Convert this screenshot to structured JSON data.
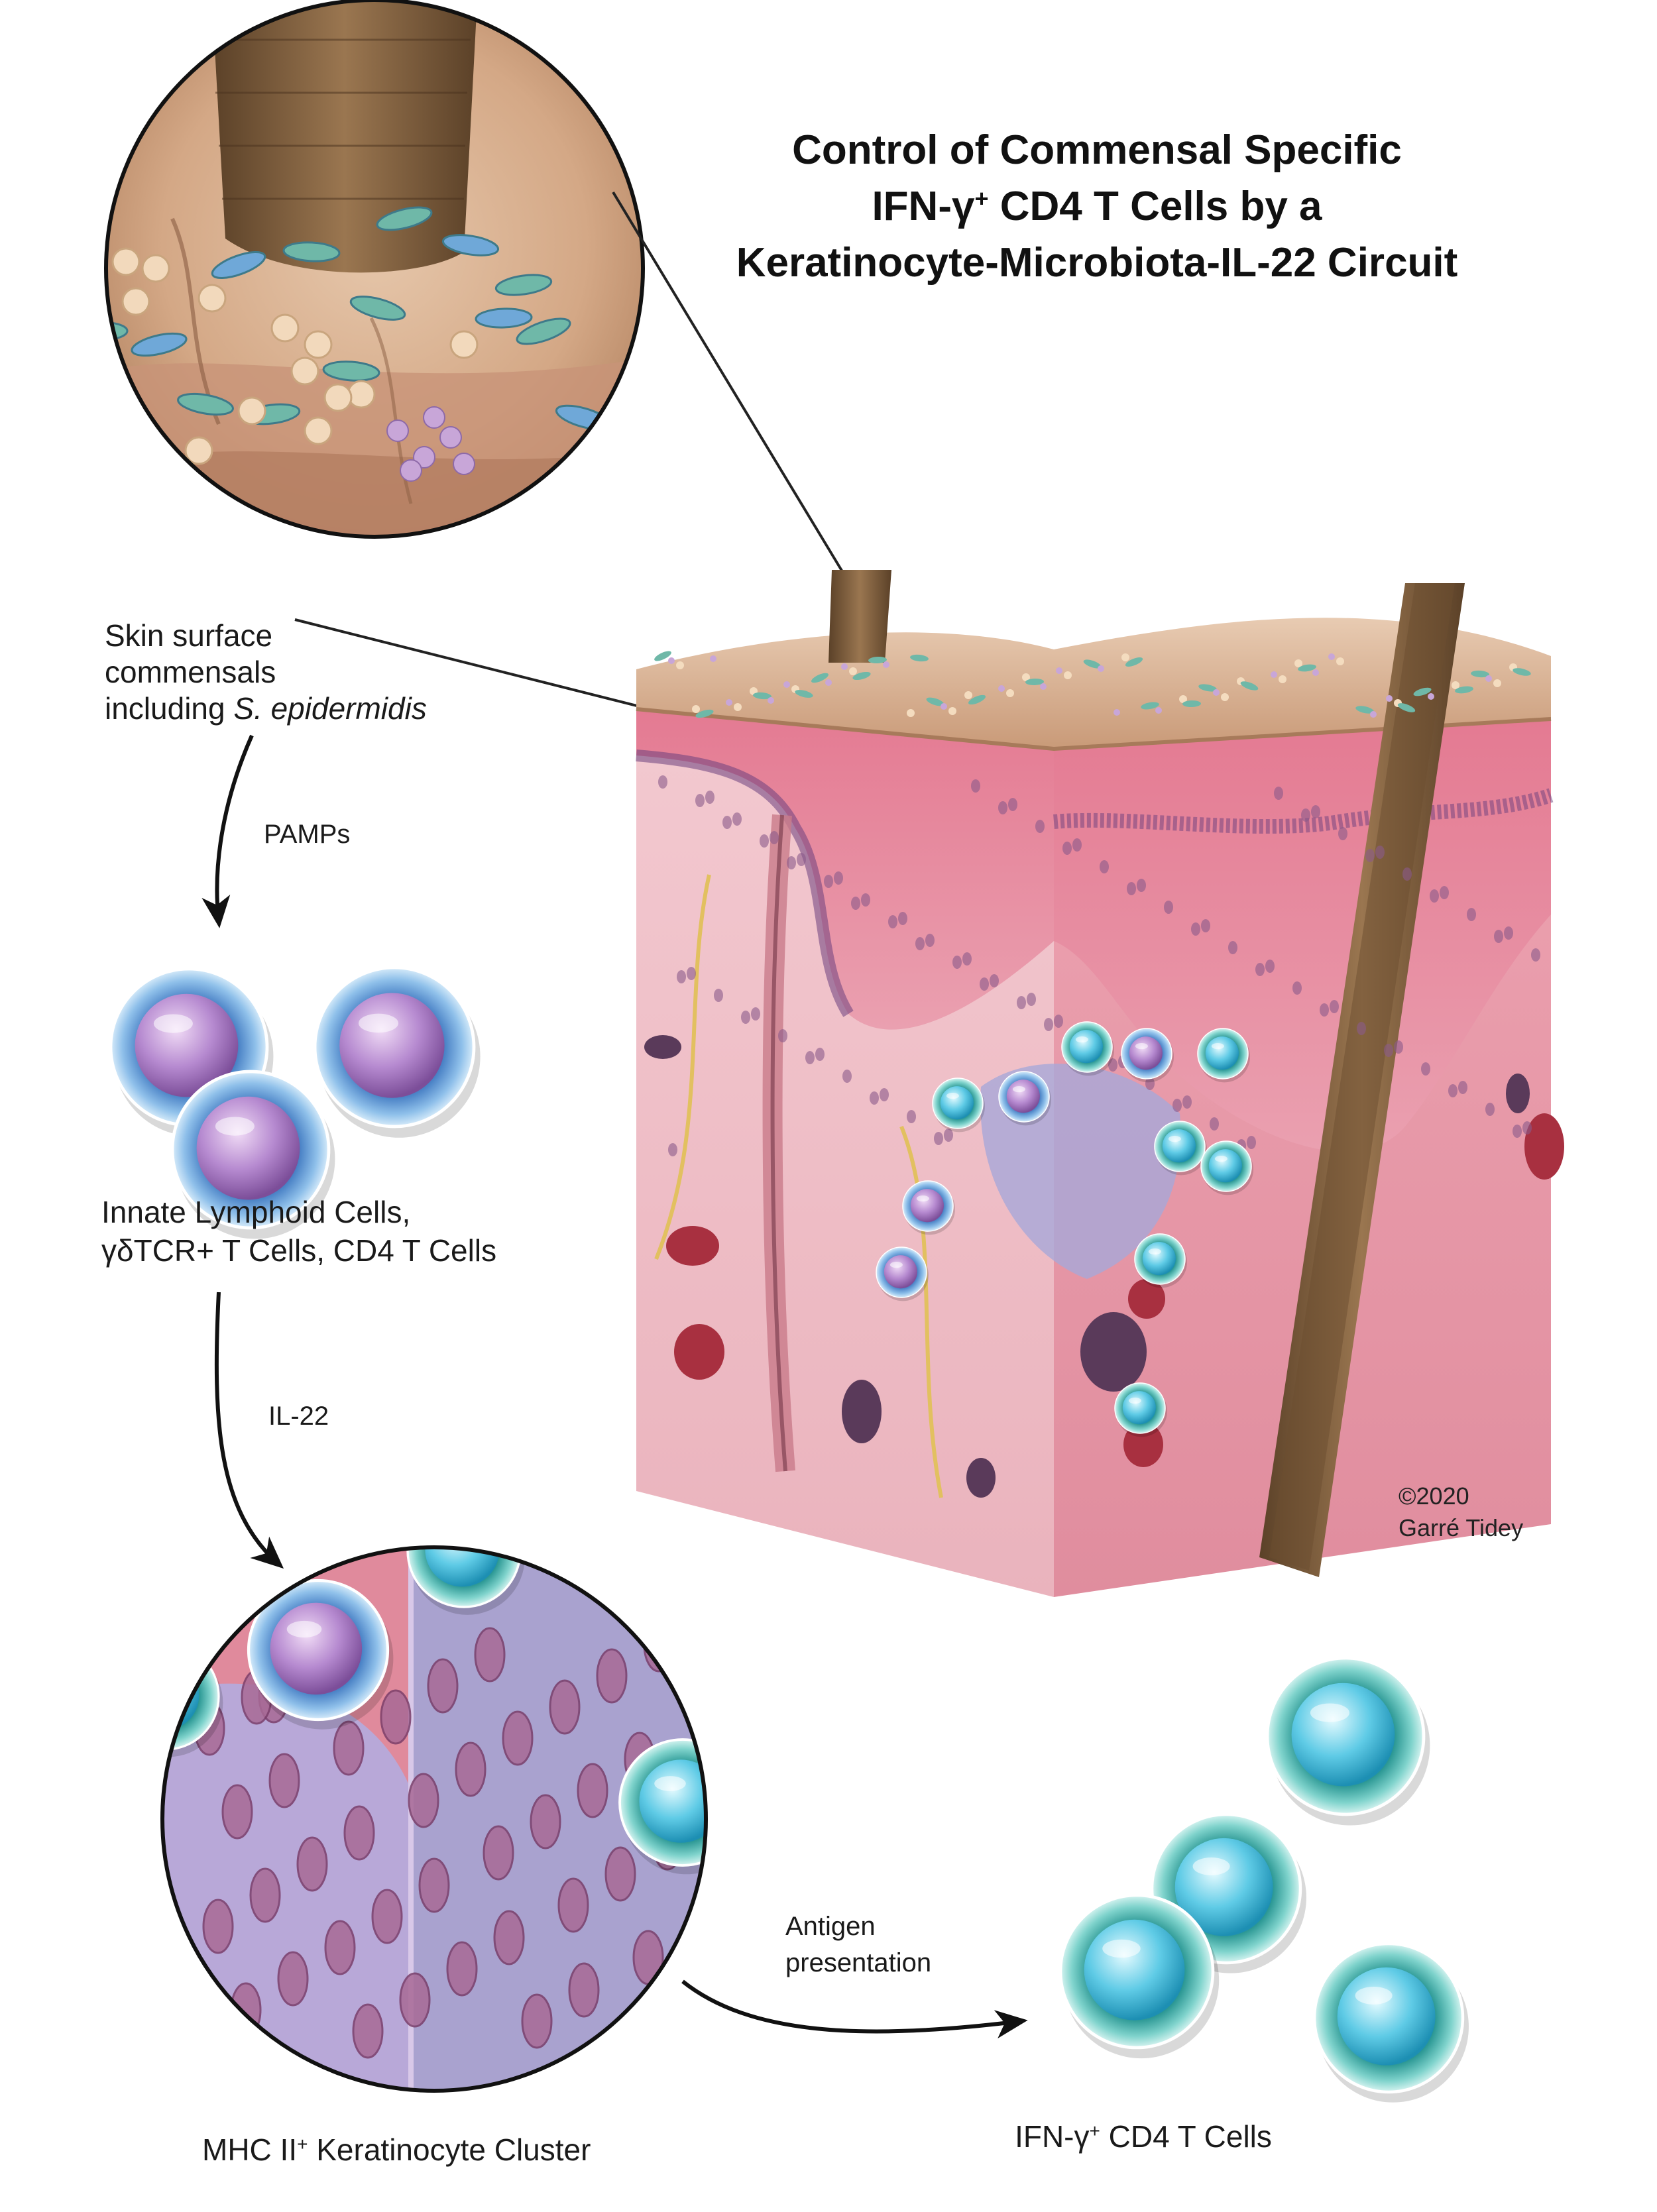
{
  "title": {
    "line1": "Control of Commensal Specific",
    "line2_pre": "IFN-γ",
    "line2_sup": "+",
    "line2_post": " CD4 T Cells by a",
    "line3": "Keratinocyte-Microbiota-IL-22 Circuit"
  },
  "surface_label": {
    "line1": "Skin surface",
    "line2": "commensals",
    "line3_pre": "including ",
    "line3_italic": "S. epidermidis"
  },
  "arrow1_label": "PAMPs",
  "innate_label": {
    "line1": "Innate Lymphoid Cells,",
    "line2": "γδTCR+ T Cells, CD4 T Cells"
  },
  "arrow2_label": "IL-22",
  "mhc_label": {
    "pre": "MHC II",
    "sup": "+",
    "post": " Keratinocyte Cluster"
  },
  "arrow3_label": {
    "line1": "Antigen",
    "line2": "presentation"
  },
  "ifn_label": {
    "pre": "IFN-γ",
    "sup": "+",
    "post": " CD4 T Cells"
  },
  "credit": {
    "line1": "©2020",
    "line2": "Garré Tidey"
  },
  "colors": {
    "innate_cell_ring": "#4a86c8",
    "innate_cell_core": "#b07cc6",
    "ifn_cell_ring": "#2aa5a8",
    "ifn_cell_core": "#4fc3e0",
    "epidermis": "#e8889c",
    "dermis": "#f2c4cc",
    "surface": "#d9b497",
    "hair": "#7a5a3a"
  }
}
